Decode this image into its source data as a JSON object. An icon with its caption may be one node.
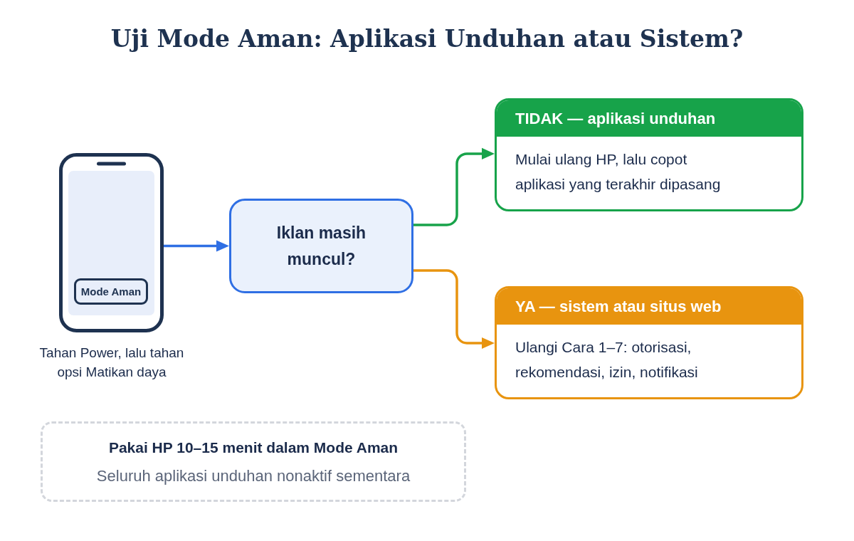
{
  "diagram": {
    "title": "Uji Mode Aman: Aplikasi Unduhan atau Sistem?",
    "nodes": [
      {
        "text": [],
        "shape": "phone",
        "beside": [
          "Tahan Power, lalu tahan opsi Matikan daya"
        ]
      },
      {
        "text": [
          "Mode Aman"
        ],
        "in": 0
      },
      {
        "text": [
          "Iklan masih muncul?"
        ]
      },
      {
        "text": [
          "TIDAK — aplikasi unduhan",
          "Mulai ulang HP, lalu copot aplikasi yang terakhir dipasang"
        ]
      },
      {
        "text": [
          "YA — sistem atau situs web",
          "Ulangi Cara 1–7: otorisasi, rekomendasi, izin, notifikasi"
        ]
      },
      {
        "text": [
          "Pakai HP 10–15 menit dalam Mode Aman",
          "Seluruh aplikasi unduhan nonaktif sementara"
        ]
      }
    ],
    "edges": [
      {
        "from": 0,
        "to": 2,
        "arrow": "to",
        "color": "#2f6fe4"
      },
      {
        "from": 2,
        "to": 3,
        "arrow": "to",
        "color": "#18a34a"
      },
      {
        "from": 2,
        "to": 4,
        "arrow": "to",
        "color": "#e8940f"
      }
    ]
  }
}
